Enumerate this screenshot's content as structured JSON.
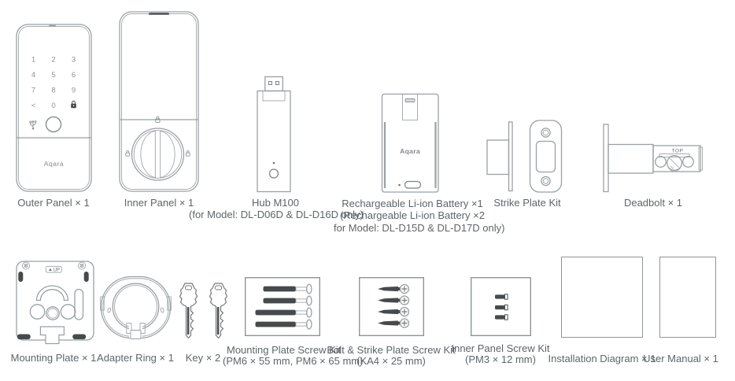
{
  "colors": {
    "outline": "#9aa0a3",
    "dark": "#454a4d",
    "text": "#5e6568"
  },
  "items": {
    "outer_panel": {
      "label": "Outer Panel × 1",
      "brand": "Aqara",
      "keys": [
        "1",
        "2",
        "3",
        "4",
        "5",
        "6",
        "7",
        "8",
        "9",
        "<",
        "0"
      ]
    },
    "inner_panel": {
      "label": "Inner Panel × 1"
    },
    "hub": {
      "label": "Hub M100",
      "note": "(for Model: DL-D06D & DL-D16D only)"
    },
    "battery": {
      "label": "Rechargeable Li-ion Battery ×1",
      "note_line1": "(Rechargeable Li-ion Battery ×2",
      "note_line2": "for Model: DL-D15D & DL-D17D only)",
      "brand": "Aqara"
    },
    "strike_plate_kit": {
      "label": "Strike Plate Kit"
    },
    "deadbolt": {
      "label": "Deadbolt × 1",
      "marking": "TOP"
    },
    "mounting_plate": {
      "label": "Mounting Plate × 1",
      "marking": "UP"
    },
    "adapter_ring": {
      "label": "Adapter Ring × 1"
    },
    "key": {
      "label": "Key × 2"
    },
    "mounting_plate_screw_kit": {
      "label": "Mounting Plate Screw Kit",
      "note": "(PM6 × 55 mm, PM6 × 65 mm)"
    },
    "bolt_strike_screw_kit": {
      "label": "Bolt & Strike Plate Screw Kit",
      "note": "(KA4 × 25 mm)"
    },
    "inner_panel_screw_kit": {
      "label": "Inner Panel Screw Kit",
      "note": "(PM3 × 12 mm)"
    },
    "installation_diagram": {
      "label": "Installation Diagram × 1"
    },
    "user_manual": {
      "label": "User Manual × 1"
    }
  }
}
